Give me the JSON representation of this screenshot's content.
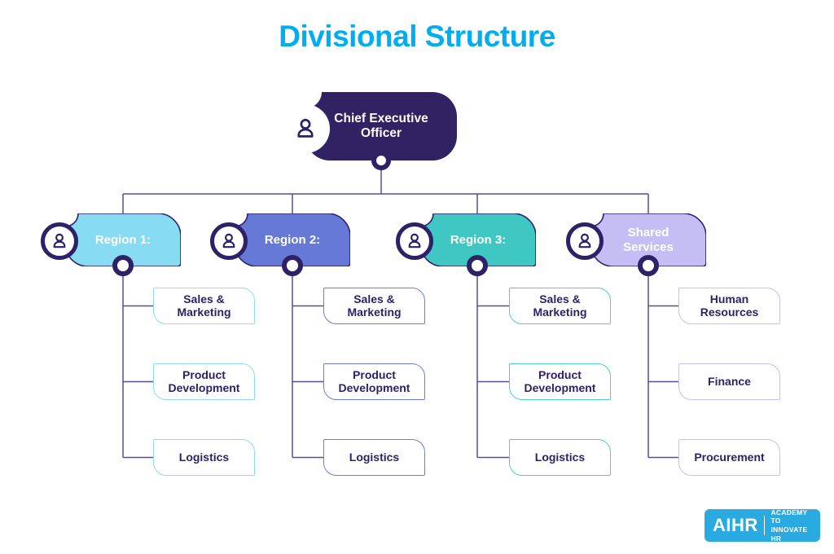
{
  "title": {
    "text": "Divisional Structure",
    "color": "#00AEEF"
  },
  "root": {
    "label": "Chief Executive Officer",
    "fill": "#312363",
    "text_color": "#FFFFFF",
    "icon": "person-icon"
  },
  "divisions": [
    {
      "label": "Region 1:",
      "fill": "#87DBF3",
      "child_border": "#8BDCF4",
      "icon": "person-icon",
      "children": [
        "Sales & Marketing",
        "Product Development",
        "Logistics"
      ]
    },
    {
      "label": "Region 2:",
      "fill": "#6679D6",
      "child_border": "#6B7ED9",
      "icon": "person-icon",
      "children": [
        "Sales & Marketing",
        "Product Development",
        "Logistics"
      ]
    },
    {
      "label": "Region 3:",
      "fill": "#3FC8C3",
      "child_border": "#4FCEC9",
      "icon": "person-icon",
      "children": [
        "Sales & Marketing",
        "Product Development",
        "Logistics"
      ]
    },
    {
      "label": "Shared Services",
      "fill": "#C5BEF4",
      "child_border": "#C6BFF5",
      "icon": "person-icon",
      "children": [
        "Human Resources",
        "Finance",
        "Procurement"
      ]
    }
  ],
  "logo": {
    "brand": "AIHR",
    "tagline_line1": "ACADEMY TO",
    "tagline_line2": "INNOVATE HR",
    "bg": "#29ABE2"
  },
  "colors": {
    "connector": "#5B4C93",
    "node_border": "#2E2168",
    "child_text": "#2E2168",
    "node_text": "#FFFFFF"
  }
}
